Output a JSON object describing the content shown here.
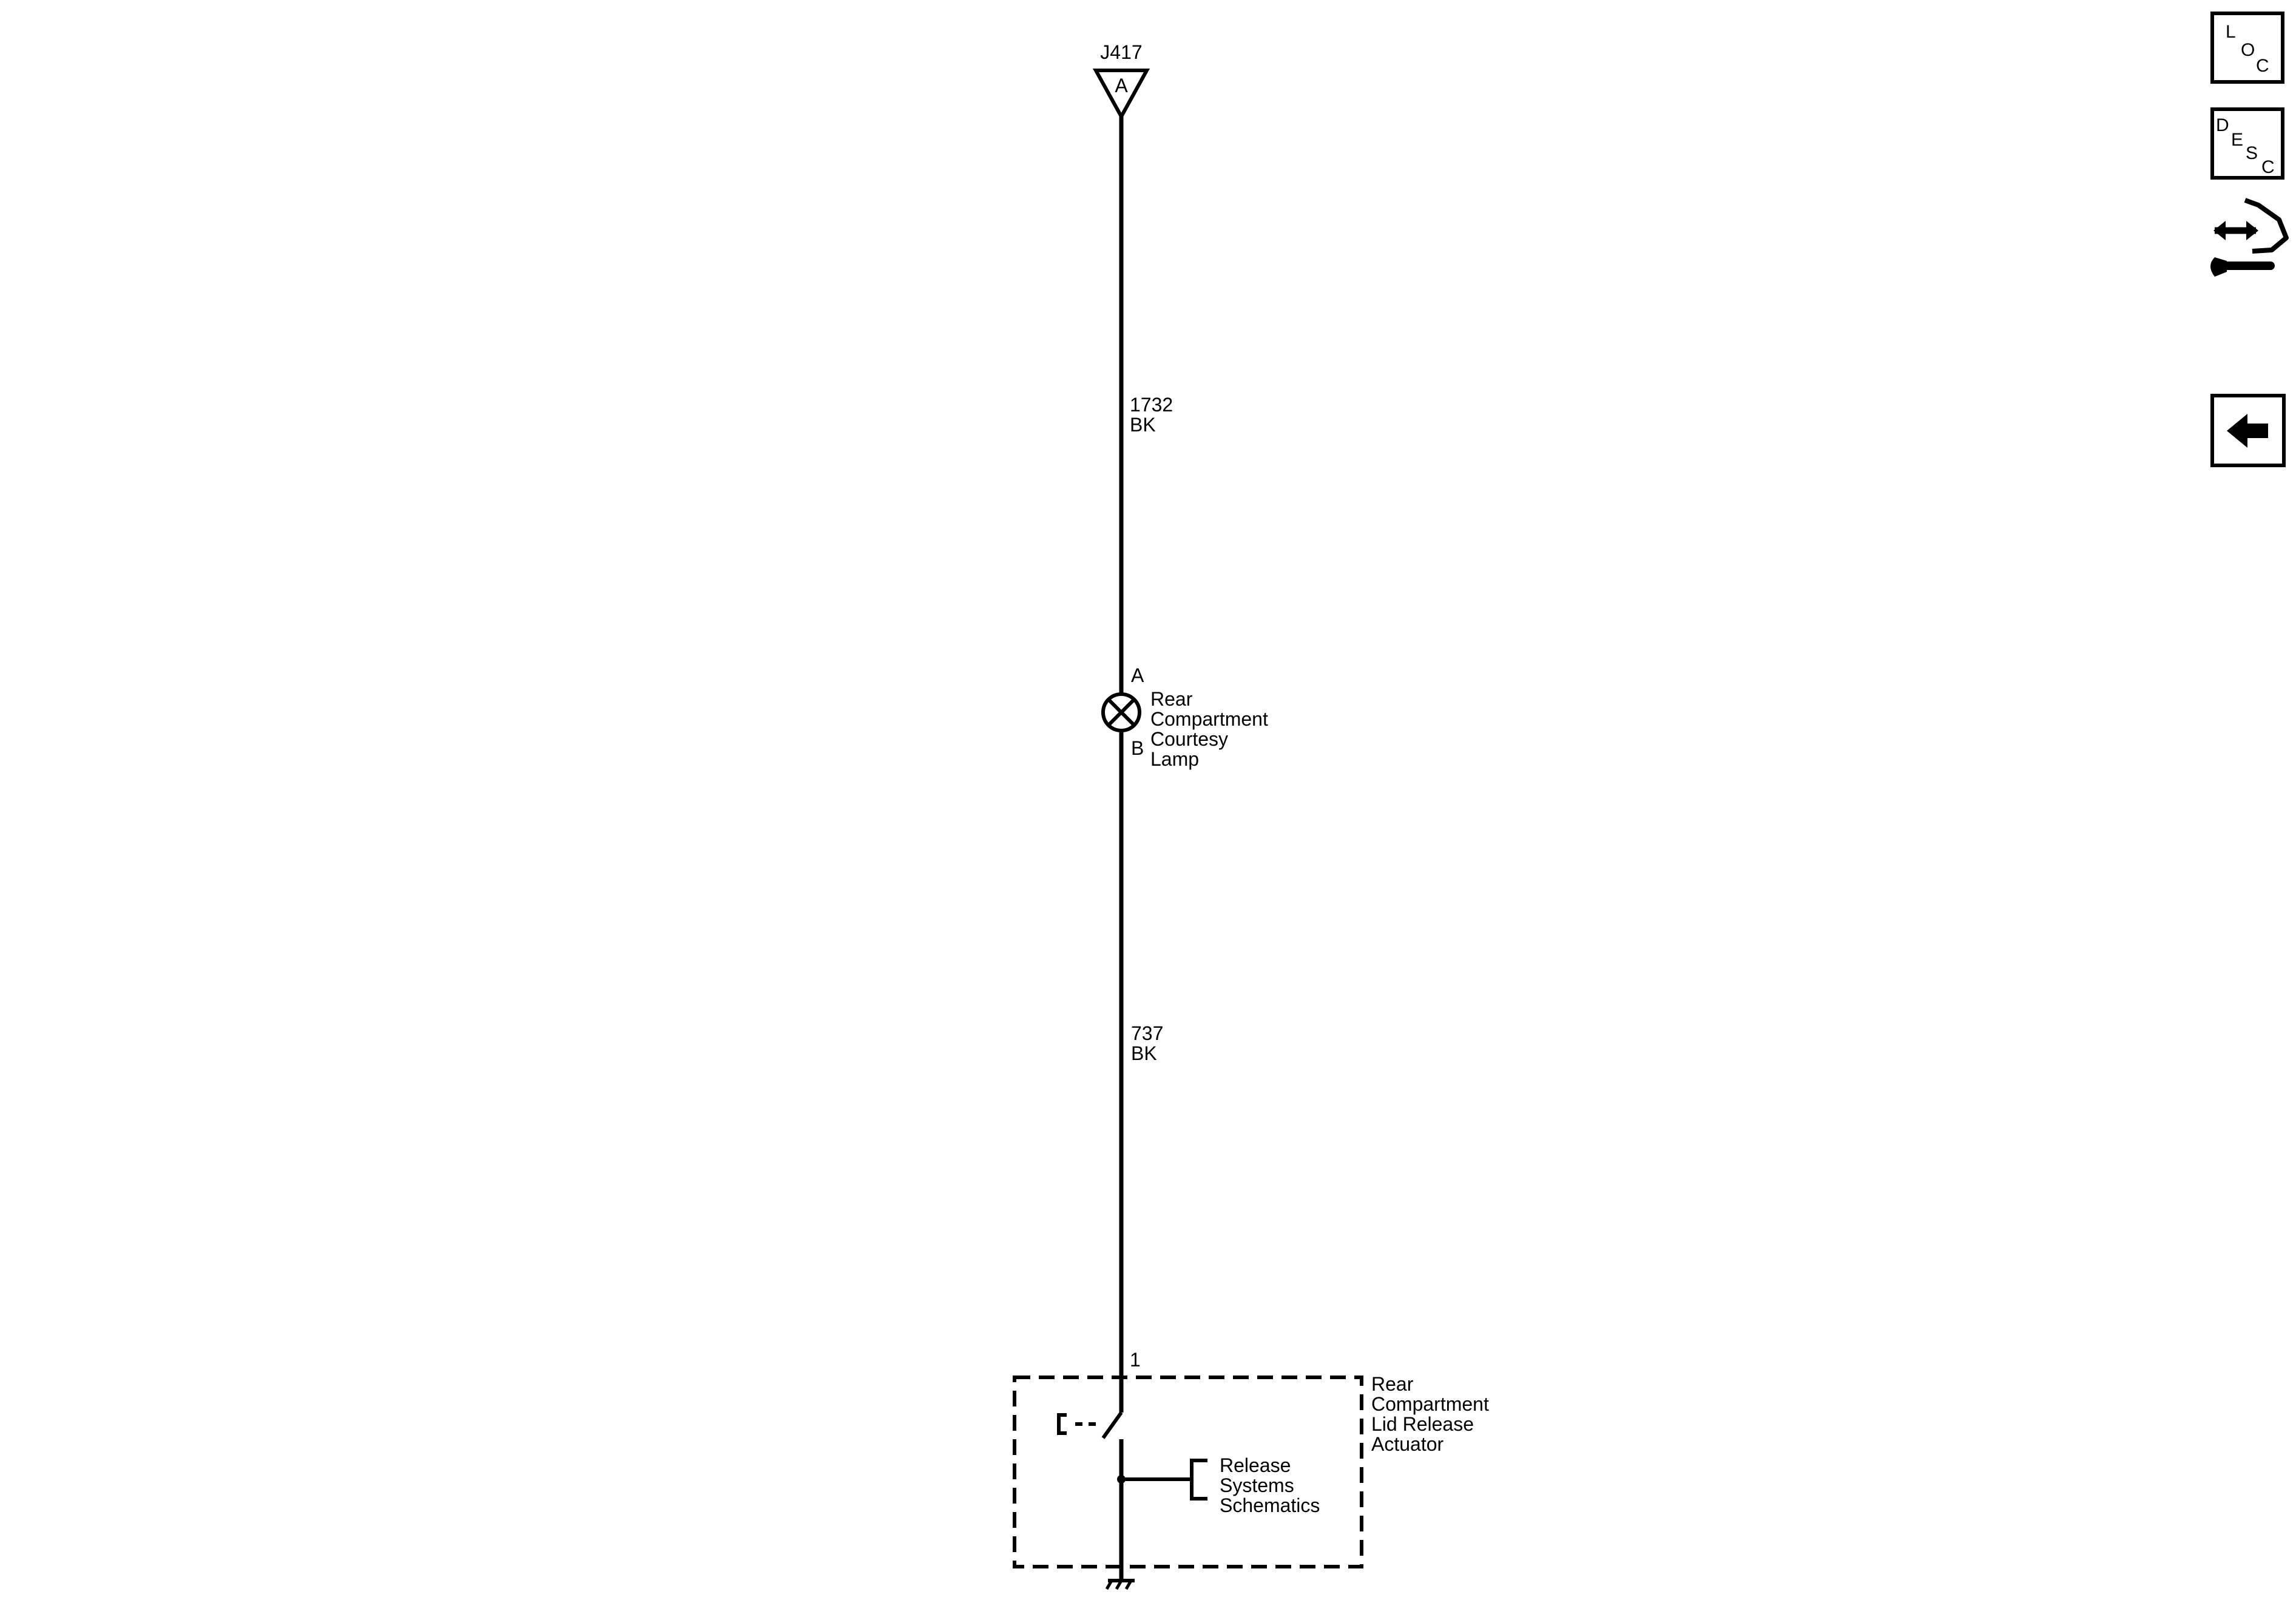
{
  "connector": {
    "name": "J417",
    "pin": "A"
  },
  "wires": [
    {
      "circuit": "1732",
      "color": "BK"
    },
    {
      "circuit": "737",
      "color": "BK"
    }
  ],
  "lamp": {
    "pin_top": "A",
    "pin_bottom": "B",
    "name_lines": [
      "Rear",
      "Compartment",
      "Courtesy",
      "Lamp"
    ]
  },
  "actuator": {
    "pin": "1",
    "name_lines": [
      "Rear",
      "Compartment",
      "Lid Release",
      "Actuator"
    ],
    "reference_lines": [
      "Release",
      "Systems",
      "Schematics"
    ]
  },
  "nav": {
    "loc_letters": [
      "L",
      "O",
      "C"
    ],
    "desc_letters": [
      "D",
      "E",
      "S",
      "C"
    ],
    "icons": [
      "loc-icon",
      "desc-icon",
      "connector-repair-icon",
      "back-arrow-icon"
    ]
  },
  "colors": {
    "ink": "#000000",
    "background": "#ffffff"
  }
}
